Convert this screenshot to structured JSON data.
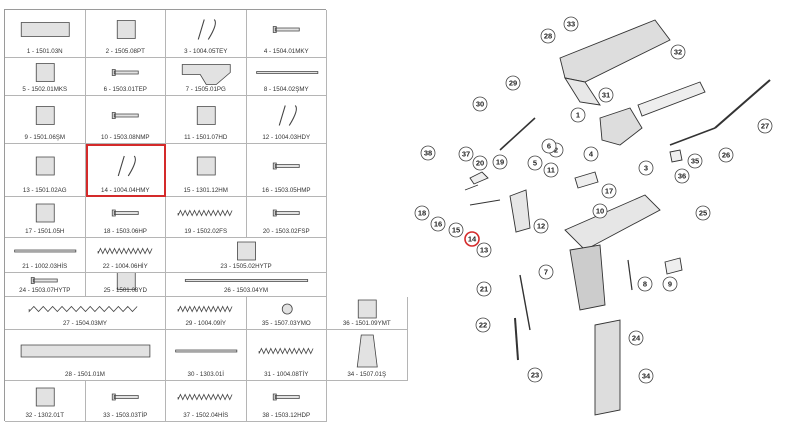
{
  "parts": [
    {
      "code": "1 - 1501.03N",
      "icon": "slide-icon"
    },
    {
      "code": "2 - 1505.08PT",
      "icon": "hammer-icon"
    },
    {
      "code": "3 - 1004.05TEY",
      "icon": "spring-wire-icon"
    },
    {
      "code": "4 - 1504.01MKY",
      "icon": "pin-icon"
    },
    {
      "code": "5 - 1502.01MKS",
      "icon": "lever-icon"
    },
    {
      "code": "6 - 1503.01TEP",
      "icon": "pin-icon"
    },
    {
      "code": "7 - 1505.01PG",
      "icon": "frame-icon"
    },
    {
      "code": "8 - 1504.02ŞMY",
      "icon": "rod-icon"
    },
    {
      "code": "9 - 1501.06ŞM",
      "icon": "firing-pin-icon"
    },
    {
      "code": "10 - 1503.08NMP",
      "icon": "pin-icon"
    },
    {
      "code": "11 - 1501.07HD",
      "icon": "trigger-bar-icon"
    },
    {
      "code": "12 - 1004.03HDY",
      "icon": "spring-wire-icon"
    },
    {
      "code": "13 - 1501.02AG",
      "icon": "block-icon"
    },
    {
      "code": "14 - 1004.04HMY",
      "icon": "spring-wire-icon"
    },
    {
      "code": "15 - 1301.12HM",
      "icon": "hammer-icon"
    },
    {
      "code": "16 - 1503.05HMP",
      "icon": "pin-icon"
    },
    {
      "code": "17 - 1501.05H",
      "icon": "trigger-icon"
    },
    {
      "code": "18 - 1503.06HP",
      "icon": "pin-icon"
    },
    {
      "code": "19 - 1502.02FS",
      "icon": "spring-icon"
    },
    {
      "code": "20 - 1503.02FSP",
      "icon": "pin-icon"
    },
    {
      "code": "21 - 1002.03HİS",
      "icon": "rod-icon"
    },
    {
      "code": "22 - 1004.06HİY",
      "icon": "spring-icon"
    },
    {
      "code": "23 - 1505.02HYTP",
      "icon": "block-icon"
    },
    {
      "code": "24 - 1503.07HYTP",
      "icon": "pin-icon"
    },
    {
      "code": "25 - 1501.08YD",
      "icon": "catch-icon"
    },
    {
      "code": "26 - 1503.04YM",
      "icon": "rod-icon"
    },
    {
      "code": "27 - 1504.03MY",
      "icon": "spring-icon"
    },
    {
      "code": "29 - 1004.09İY",
      "icon": "spring-icon"
    },
    {
      "code": "35 - 1507.03YMO",
      "icon": "ring-icon"
    },
    {
      "code": "36 - 1501.09YMT",
      "icon": "plate-icon"
    },
    {
      "code": "28 - 1501.01M",
      "icon": "barrel-icon"
    },
    {
      "code": "30 - 1303.01İ",
      "icon": "rod-icon"
    },
    {
      "code": "31 - 1004.08TİY",
      "icon": "spring-icon"
    },
    {
      "code": "34 - 1507.01Ş",
      "icon": "magazine-icon"
    },
    {
      "code": "32 - 1302.01T",
      "icon": "sight-icon"
    },
    {
      "code": "33 - 1503.03TİP",
      "icon": "pin-icon"
    },
    {
      "code": "37 - 1502.04HİS",
      "icon": "spring-icon"
    },
    {
      "code": "38 - 1503.12HDP",
      "icon": "pin-icon"
    }
  ],
  "callouts": [
    "33",
    "28",
    "32",
    "31",
    "1",
    "27",
    "29",
    "30",
    "2",
    "3",
    "4",
    "5",
    "6",
    "26",
    "35",
    "36",
    "38",
    "37",
    "20",
    "19",
    "11",
    "17",
    "16",
    "18",
    "10",
    "12",
    "25",
    "15",
    "14",
    "13",
    "7",
    "21",
    "8",
    "9",
    "22",
    "24",
    "23",
    "34"
  ],
  "highlight": {
    "part": "14 - 1004.04HMY",
    "callout": "14",
    "color": "#d42a2a"
  }
}
